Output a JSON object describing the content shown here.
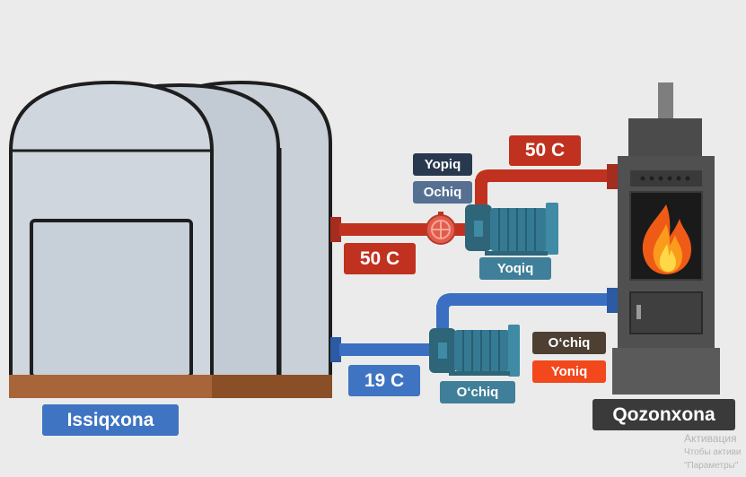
{
  "greenhouse": {
    "label": "Issiqxona"
  },
  "boiler_room": {
    "label": "Qozonxona"
  },
  "hot_pipe": {
    "upper_temp": "50 C",
    "lower_temp": "50 C",
    "valve_closed_label": "Yopiq",
    "valve_open_label": "Ochiq",
    "pump_status": "Yoqiq"
  },
  "return_pipe": {
    "temp": "19 C",
    "pump_status": "O‘chiq"
  },
  "boiler": {
    "off_label": "O‘chiq",
    "on_label": "Yoniq"
  },
  "watermark": {
    "line1": "Активация",
    "line2": "Чтобы активи",
    "line3": "\"Параметры\""
  },
  "colors": {
    "background": "#ebebeb",
    "hot_pipe": "#c0321f",
    "cold_pipe": "#3a6fc2",
    "label_red": "#c0321f",
    "label_blue": "#3f74c2",
    "label_navy": "#27384f",
    "label_slate": "#557092",
    "label_teal": "#3f7f99",
    "label_brown": "#4d4033",
    "label_orange": "#f2481c",
    "label_dark": "#3a3a3a",
    "boiler_body": "#4b4b4b",
    "greenhouse_frame": "#1e1e1e",
    "greenhouse_panel": "#c5cdd6",
    "greenhouse_base": "#a15f2e"
  }
}
